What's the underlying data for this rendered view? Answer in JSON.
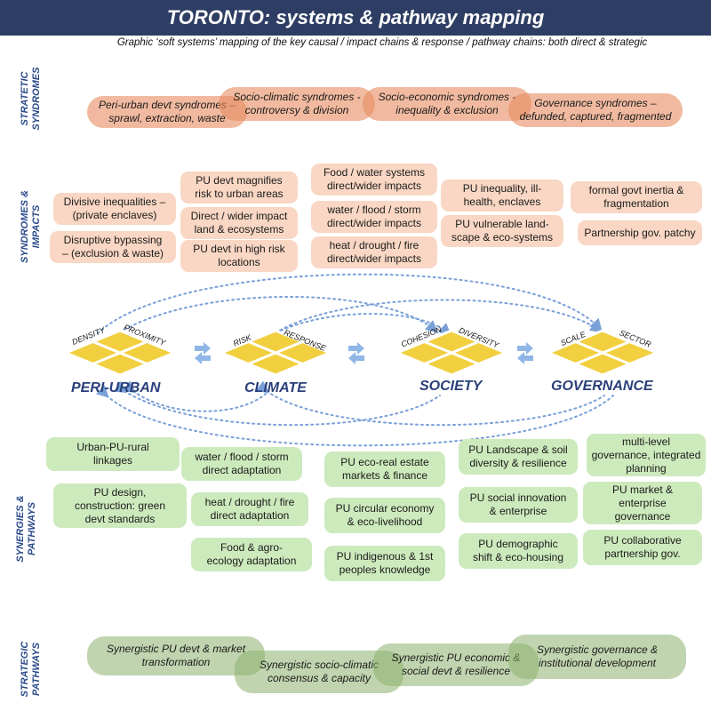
{
  "title": "TORONTO: systems & pathway mapping",
  "subtitle": "Graphic ‘soft systems’ mapping of the key causal / impact chains & response / pathway chains:  both direct & strategic",
  "section_labels": {
    "strategic_syndromes": [
      "STRATETIC",
      "SYNDROMES"
    ],
    "syndromes_impacts": [
      "SYNDROMES &",
      "IMPACTS"
    ],
    "synergies_pathways": [
      "SYNERGIES  &",
      "PATHWAYS"
    ],
    "strategic_pathways": [
      "STRATEGIC",
      "PATHWAYS"
    ]
  },
  "strategic_syndromes": [
    [
      "Peri-urban devt syndromes –",
      "sprawl, extraction, waste"
    ],
    [
      "Socio-climatic syndromes -",
      "controversy & division"
    ],
    [
      "Socio-economic syndromes -",
      "inequality & exclusion"
    ],
    [
      "Governance syndromes –",
      "defunded, captured, fragmented"
    ]
  ],
  "impacts": {
    "peri_urban": [
      [
        "Divisive inequalities –",
        "(private enclaves)"
      ],
      [
        "Disruptive bypassing",
        "– (exclusion & waste)"
      ]
    ],
    "pu_devt": [
      [
        "PU devt magnifies",
        "risk to urban areas"
      ],
      [
        "Direct / wider impact",
        "land & ecosystems"
      ],
      [
        "PU devt in high risk",
        "locations"
      ]
    ],
    "climate": [
      [
        "Food / water systems",
        "direct/wider impacts"
      ],
      [
        "water / flood / storm",
        "direct/wider impacts"
      ],
      [
        "heat / drought / fire",
        "direct/wider impacts"
      ]
    ],
    "society": [
      [
        "PU inequality, ill-",
        "health, enclaves"
      ],
      [
        "PU vulnerable land-",
        "scape & eco-systems"
      ]
    ],
    "governance": [
      [
        "formal govt inertia &",
        "fragmentation"
      ],
      [
        "Partnership gov. patchy"
      ]
    ]
  },
  "categories": [
    {
      "name": "PERI-URBAN",
      "left_label": "DENSITY",
      "right_label": "PROXIMITY"
    },
    {
      "name": "CLIMATE",
      "left_label": "RISK",
      "right_label": "RESPONSE"
    },
    {
      "name": "SOCIETY",
      "left_label": "COHESION",
      "right_label": "DIVERSITY"
    },
    {
      "name": "GOVERNANCE",
      "left_label": "SCALE",
      "right_label": "SECTOR"
    }
  ],
  "pathways": {
    "peri_urban": [
      [
        "Urban-PU-rural",
        "linkages"
      ],
      [
        "PU design,",
        "construction:  green",
        "devt standards"
      ]
    ],
    "climate": [
      [
        "water / flood / storm",
        "direct adaptation"
      ],
      [
        "heat / drought / fire",
        "direct adaptation"
      ],
      [
        "Food &  agro-",
        "ecology adaptation"
      ]
    ],
    "economy": [
      [
        "PU eco-real estate",
        "markets & finance"
      ],
      [
        "PU circular economy",
        "& eco-livelihood"
      ],
      [
        "PU indigenous & 1st",
        "peoples knowledge"
      ]
    ],
    "society": [
      [
        "PU Landscape & soil",
        "diversity & resilience"
      ],
      [
        "PU social innovation",
        "& enterprise"
      ],
      [
        "PU demographic",
        "shift & eco-housing"
      ]
    ],
    "governance": [
      [
        "multi-level",
        "governance, integrated",
        "planning"
      ],
      [
        "PU market &",
        "enterprise",
        "governance"
      ],
      [
        "PU collaborative",
        "partnership gov."
      ]
    ]
  },
  "strategic_pathways": [
    [
      "Synergistic PU devt & market",
      "transformation"
    ],
    [
      "Synergistic socio-climatic",
      "consensus & capacity"
    ],
    [
      "Synergistic PU economic &",
      "social devt & resilience"
    ],
    [
      "Synergistic governance &",
      "institutional development"
    ]
  ],
  "colors": {
    "header_bg": "#2e3d63",
    "section_label": "#2a4a8a",
    "orange_box": "#f9d7c4",
    "green_box": "#cdeabd",
    "diamond_fill": "#f2cf3f",
    "arrow": "#7aa0d8"
  }
}
